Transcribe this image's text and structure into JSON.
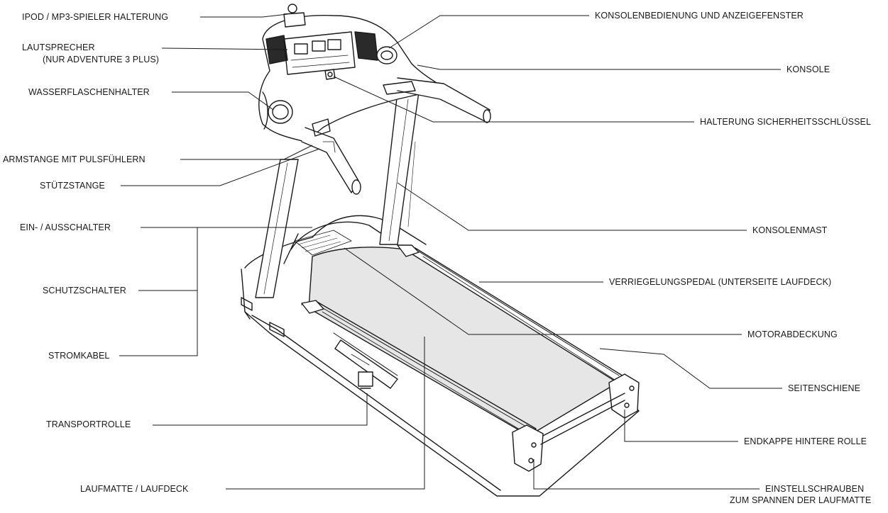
{
  "labels": {
    "ipod_holder": "IPOD / MP3-SPIELER HALTERUNG",
    "speakers_line1": "LAUTSPRECHER",
    "speakers_line2": "(NUR ADVENTURE 3 PLUS)",
    "bottle_holder": "WASSERFLASCHENHALTER",
    "handlebar": "ARMSTANGE MIT PULSFÜHLERN",
    "support_bar": "STÜTZSTANGE",
    "power_switch": "EIN- / AUSSCHALTER",
    "circuit_breaker": "SCHUTZSCHALTER",
    "power_cord": "STROMKABEL",
    "transport_wheel": "TRANSPORTROLLE",
    "belt_deck": "LAUFMATTE / LAUFDECK",
    "console_controls": "KONSOLENBEDIENUNG UND ANZEIGEFENSTER",
    "console": "KONSOLE",
    "safety_key": "HALTERUNG SICHERHEITSSCHLÜSSEL",
    "upright": "KONSOLENMAST",
    "lock_pedal": "VERRIEGELUNGSPEDAL (UNTERSEITE LAUFDECK)",
    "motor_cover": "MOTORABDECKUNG",
    "side_rail": "SEITENSCHIENE",
    "rear_endcap": "ENDKAPPE HINTERE ROLLE",
    "adjust_screws_line1": "EINSTELLSCHRAUBEN",
    "adjust_screws_line2": "ZUM SPANNEN DER LAUFMATTE"
  }
}
